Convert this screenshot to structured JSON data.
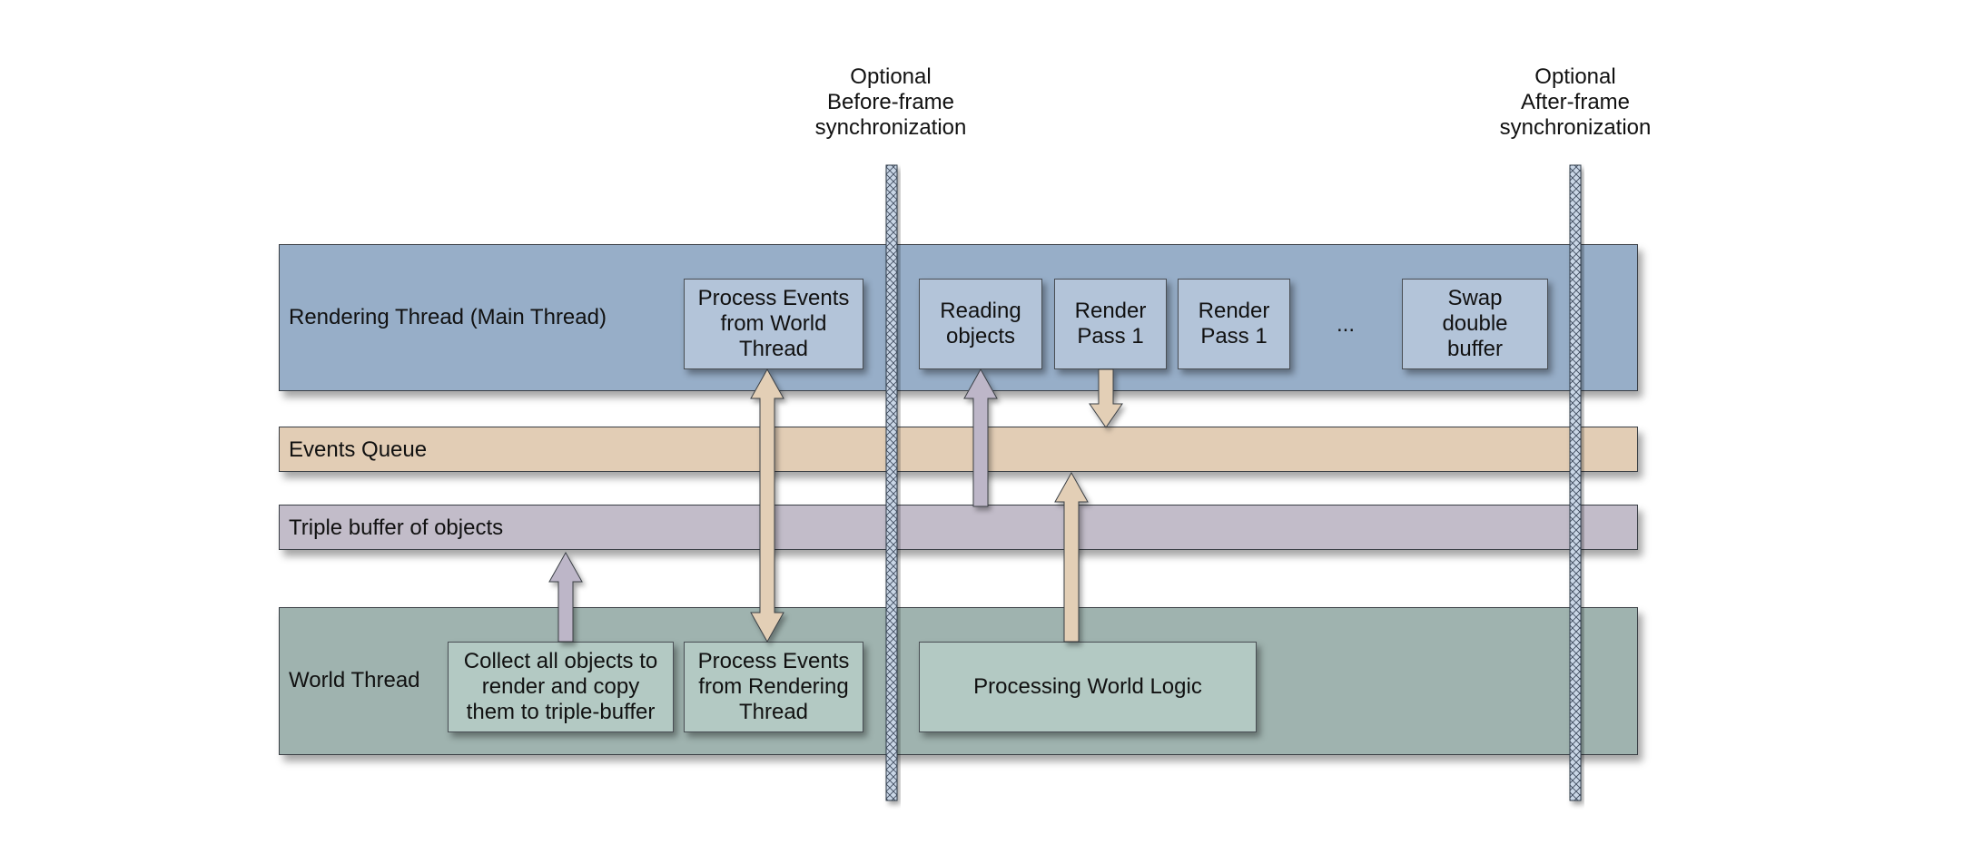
{
  "sync": {
    "before_label": "Optional\nBefore-frame\nsynchronization",
    "after_label": "Optional\nAfter-frame\nsynchronization"
  },
  "bands": {
    "rendering_thread": "Rendering Thread (Main Thread)",
    "events_queue": "Events Queue",
    "triple_buffer": "Triple buffer of objects",
    "world_thread": "World Thread"
  },
  "rendering_boxes": {
    "process_events": "Process Events\nfrom World\nThread",
    "reading_objects": "Reading\nobjects",
    "render_pass_a": "Render\nPass 1",
    "render_pass_b": "Render\nPass 1",
    "ellipsis": "...",
    "swap_buffer": "Swap\ndouble\nbuffer"
  },
  "world_boxes": {
    "collect_objects": "Collect all objects to\nrender and copy\nthem to triple-buffer",
    "process_events": "Process Events\nfrom Rendering\nThread",
    "world_logic": "Processing World Logic"
  },
  "colors": {
    "rendering_band": "#97aec8",
    "events_band": "#e2cdb5",
    "triple_band": "#c2bcc9",
    "world_band": "#9fb3af",
    "sync_bar": "#c9d6e6",
    "arrow_tan": "#e3cfb6",
    "arrow_purple": "#bdb6c8"
  }
}
